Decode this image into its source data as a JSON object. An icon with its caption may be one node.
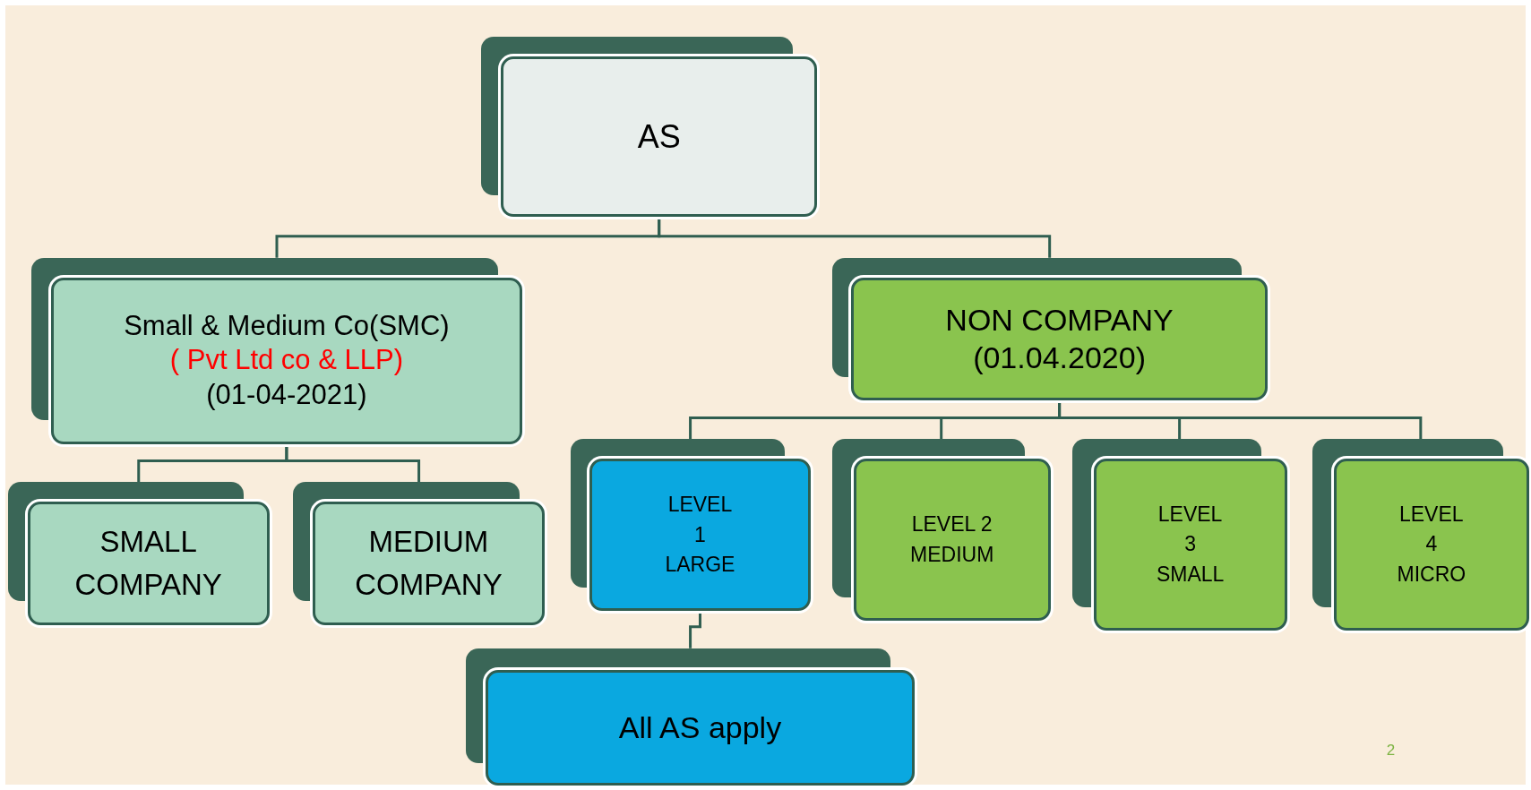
{
  "diagram": {
    "nodes": [
      {
        "text": [
          "AS"
        ]
      },
      {
        "text": [
          "Small & Medium Co(SMC)",
          "( Pvt Ltd co & LLP)",
          "(01-04-2021)"
        ]
      },
      {
        "text": [
          "NON COMPANY",
          "(01.04.2020)"
        ]
      },
      {
        "text": [
          "SMALL COMPANY"
        ]
      },
      {
        "text": [
          "MEDIUM COMPANY"
        ]
      },
      {
        "text": [
          "LEVEL 1 LARGE"
        ]
      },
      {
        "text": [
          "LEVEL 2 MEDIUM"
        ]
      },
      {
        "text": [
          "LEVEL 3 SMALL"
        ]
      },
      {
        "text": [
          "LEVEL 4 MICRO"
        ]
      },
      {
        "text": [
          "All AS apply"
        ]
      }
    ],
    "edges": [
      {
        "from": 0,
        "to": 1,
        "arrow": "none"
      },
      {
        "from": 0,
        "to": 2,
        "arrow": "none"
      },
      {
        "from": 1,
        "to": 3,
        "arrow": "none"
      },
      {
        "from": 1,
        "to": 4,
        "arrow": "none"
      },
      {
        "from": 2,
        "to": 5,
        "arrow": "none"
      },
      {
        "from": 2,
        "to": 6,
        "arrow": "none"
      },
      {
        "from": 2,
        "to": 7,
        "arrow": "none"
      },
      {
        "from": 2,
        "to": 8,
        "arrow": "none"
      },
      {
        "from": 5,
        "to": 9,
        "arrow": "none"
      }
    ],
    "labels": [
      "2"
    ]
  }
}
